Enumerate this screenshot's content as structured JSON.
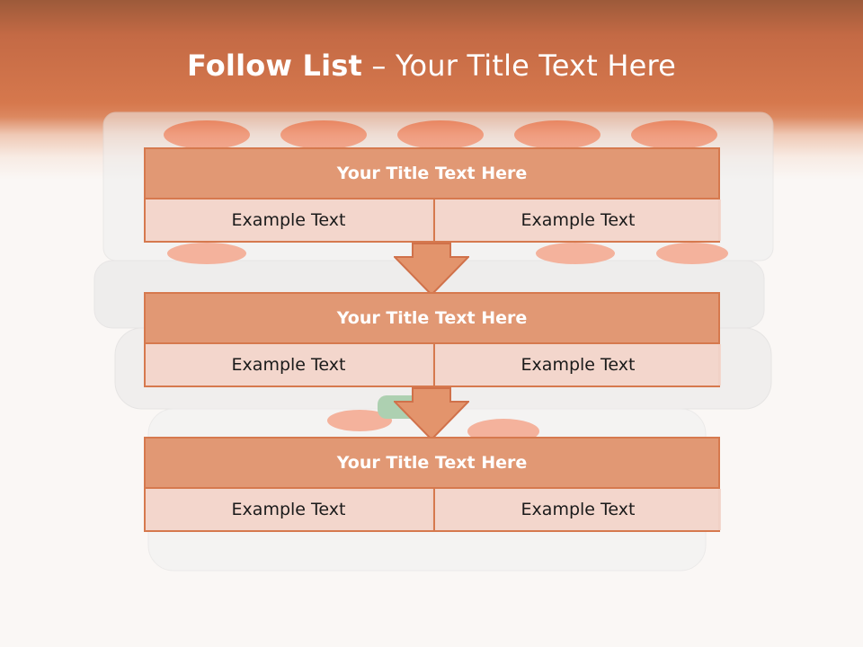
{
  "slide": {
    "title_bold": "Follow List",
    "title_rest": "– Your Title Text Here"
  },
  "blocks": [
    {
      "title": "Your Title Text Here",
      "left": "Example Text",
      "right": "Example Text"
    },
    {
      "title": "Your Title Text Here",
      "left": "Example Text",
      "right": "Example Text"
    },
    {
      "title": "Your Title Text Here",
      "left": "Example Text",
      "right": "Example Text"
    }
  ],
  "colors": {
    "accent": "#d6784d",
    "header_fill": "#e0936c",
    "cell_fill": "#f2d6cc",
    "text_dark": "#1a1a1a",
    "title_text": "#ffffff"
  }
}
